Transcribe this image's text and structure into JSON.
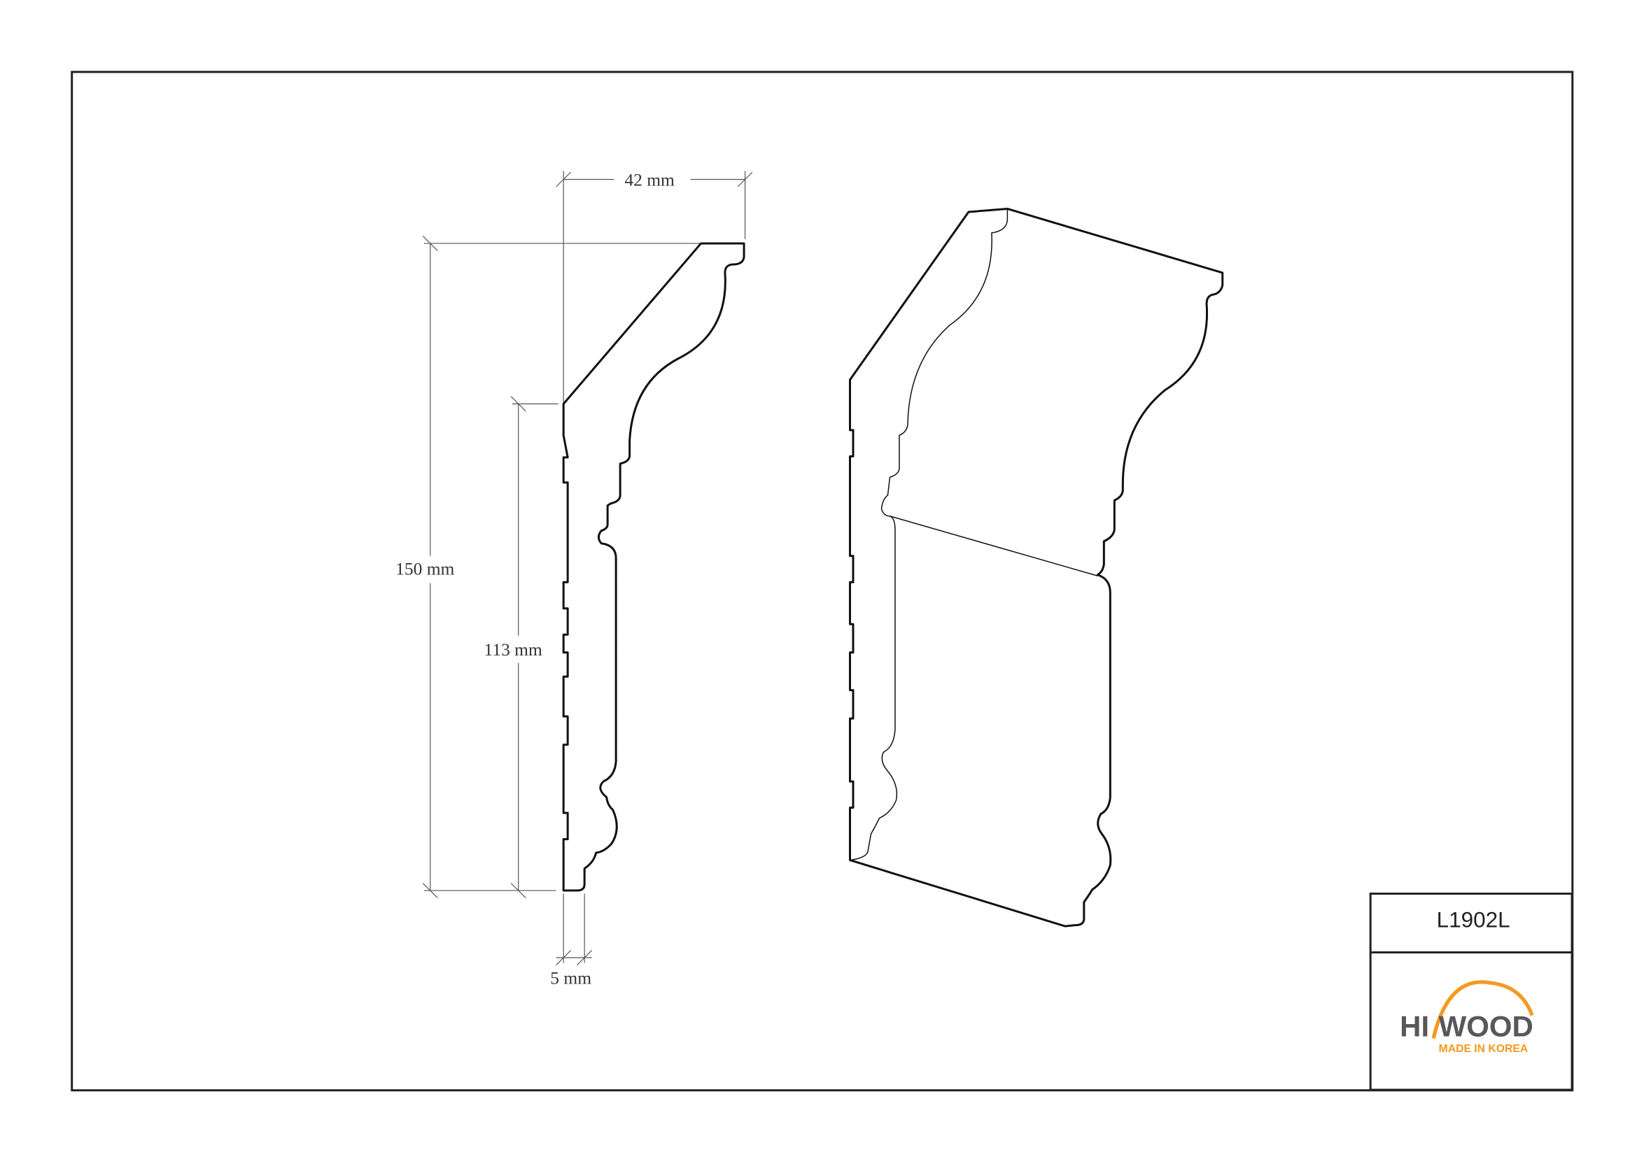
{
  "drawing": {
    "dimensions": {
      "width": "42 mm",
      "height": "150 mm",
      "wall_height": "113 mm",
      "base": "5 mm"
    }
  },
  "title_block": {
    "product_code": "L1902L",
    "logo": {
      "brand": "HI WOOD",
      "brand_left": "HI",
      "brand_right": "WOOD",
      "tagline": "MADE IN KOREA"
    }
  },
  "colors": {
    "line": "#111111",
    "dim_line": "#555555",
    "logo_gray": "#58585a",
    "logo_orange": "#f39a21"
  }
}
